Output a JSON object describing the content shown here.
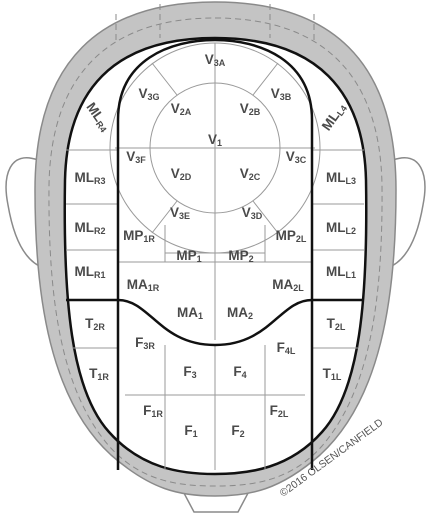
{
  "colors": {
    "head_outline": "#8a8a8a",
    "head_fill": "#ffffff",
    "border_band": "#c4c4c4",
    "grid_line": "#9a9a9a",
    "bold_line": "#111111",
    "label": "#4a4a4a"
  },
  "zones": [
    {
      "id": "V3A",
      "base": "V",
      "sub": "3A"
    },
    {
      "id": "V3G",
      "base": "V",
      "sub": "3G"
    },
    {
      "id": "V3B",
      "base": "V",
      "sub": "3B"
    },
    {
      "id": "V2A",
      "base": "V",
      "sub": "2A"
    },
    {
      "id": "V2B",
      "base": "V",
      "sub": "2B"
    },
    {
      "id": "V1",
      "base": "V",
      "sub": "1"
    },
    {
      "id": "V3F",
      "base": "V",
      "sub": "3F"
    },
    {
      "id": "V3C",
      "base": "V",
      "sub": "3C"
    },
    {
      "id": "V2D",
      "base": "V",
      "sub": "2D"
    },
    {
      "id": "V2C",
      "base": "V",
      "sub": "2C"
    },
    {
      "id": "V3E",
      "base": "V",
      "sub": "3E"
    },
    {
      "id": "V3D",
      "base": "V",
      "sub": "3D"
    },
    {
      "id": "MLR4",
      "base": "ML",
      "sub": "R4"
    },
    {
      "id": "MLL4",
      "base": "ML",
      "sub": "L4"
    },
    {
      "id": "MLR3",
      "base": "ML",
      "sub": "R3"
    },
    {
      "id": "MLL3",
      "base": "ML",
      "sub": "L3"
    },
    {
      "id": "MLR2",
      "base": "ML",
      "sub": "R2"
    },
    {
      "id": "MLL2",
      "base": "ML",
      "sub": "L2"
    },
    {
      "id": "MLR1",
      "base": "ML",
      "sub": "R1"
    },
    {
      "id": "MLL1",
      "base": "ML",
      "sub": "L1"
    },
    {
      "id": "MP1R",
      "base": "MP",
      "sub": "1R"
    },
    {
      "id": "MP1",
      "base": "MP",
      "sub": "1"
    },
    {
      "id": "MP2",
      "base": "MP",
      "sub": "2"
    },
    {
      "id": "MP2L",
      "base": "MP",
      "sub": "2L"
    },
    {
      "id": "MA1R",
      "base": "MA",
      "sub": "1R"
    },
    {
      "id": "MA1",
      "base": "MA",
      "sub": "1"
    },
    {
      "id": "MA2",
      "base": "MA",
      "sub": "2"
    },
    {
      "id": "MA2L",
      "base": "MA",
      "sub": "2L"
    },
    {
      "id": "T2R",
      "base": "T",
      "sub": "2R"
    },
    {
      "id": "T2L",
      "base": "T",
      "sub": "2L"
    },
    {
      "id": "F3R",
      "base": "F",
      "sub": "3R"
    },
    {
      "id": "F4L",
      "base": "F",
      "sub": "4L"
    },
    {
      "id": "F3",
      "base": "F",
      "sub": "3"
    },
    {
      "id": "F4",
      "base": "F",
      "sub": "4"
    },
    {
      "id": "T1R",
      "base": "T",
      "sub": "1R"
    },
    {
      "id": "T1L",
      "base": "T",
      "sub": "1L"
    },
    {
      "id": "F1R",
      "base": "F",
      "sub": "1R"
    },
    {
      "id": "F2L",
      "base": "F",
      "sub": "2L"
    },
    {
      "id": "F1",
      "base": "F",
      "sub": "1"
    },
    {
      "id": "F2",
      "base": "F",
      "sub": "2"
    }
  ],
  "credit": "©2016 OLSEN/CANFIELD"
}
